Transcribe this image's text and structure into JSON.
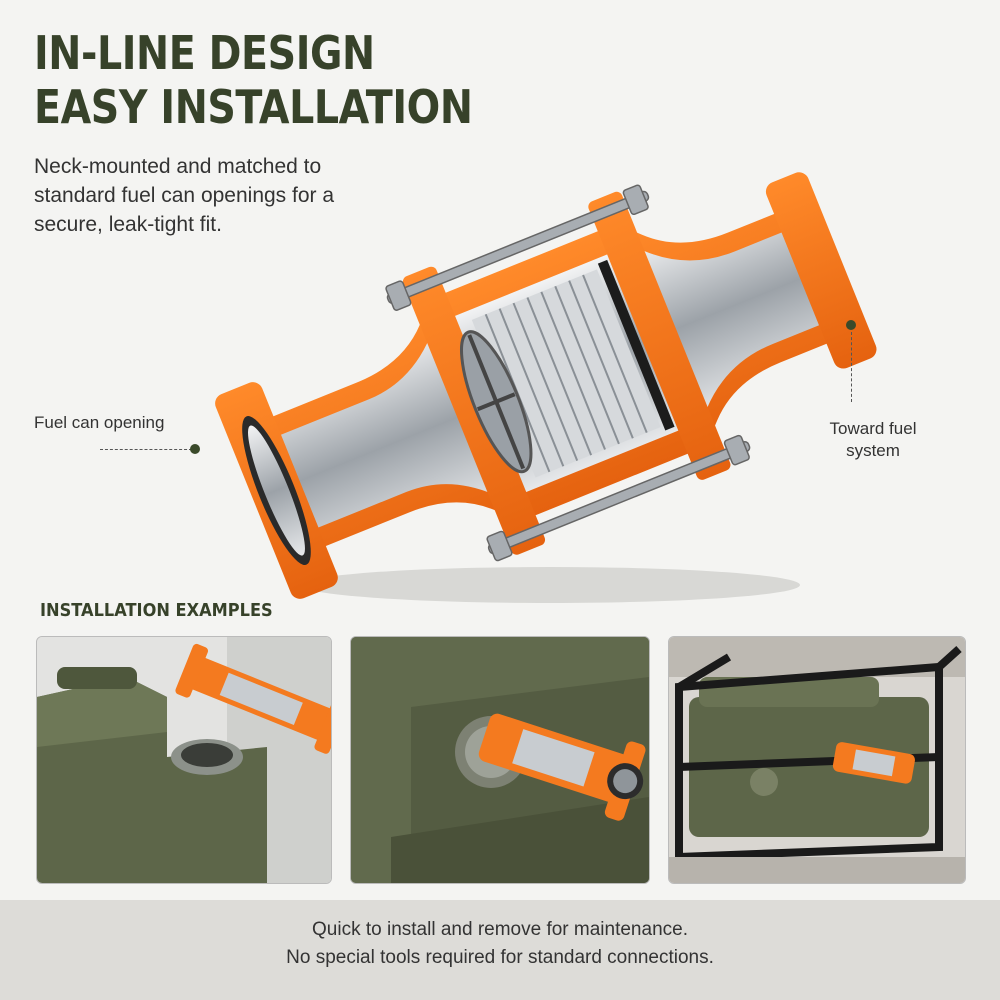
{
  "title": {
    "line1": "IN-LINE DESIGN",
    "line2": "EASY INSTALLATION"
  },
  "intro": "Neck-mounted and matched to standard fuel can openings for a secure, leak-tight fit.",
  "callouts": {
    "left": "Fuel can opening",
    "right_line1": "Toward fuel",
    "right_line2": "system"
  },
  "section_heading": "INSTALLATION EXAMPLES",
  "footer": {
    "line1": "Quick to install and remove for maintenance.",
    "line2": "No special tools required for standard connections."
  },
  "colors": {
    "accent": "#f47a1f",
    "olive": "#37422a",
    "steel": "#c8ccd0",
    "can_green": "#5a6447"
  },
  "icons": [
    "fitting-cutaway-illustration",
    "fuel-can-photo",
    "mounted-fitting-photo",
    "frame-mounted-can-photo"
  ]
}
